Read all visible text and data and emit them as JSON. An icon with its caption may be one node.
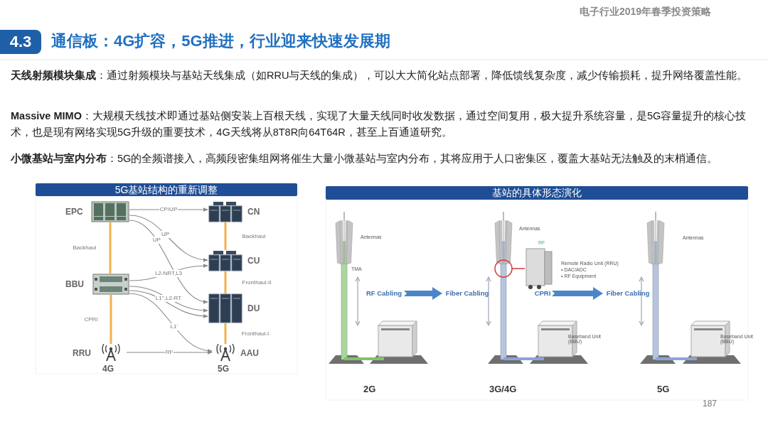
{
  "diagram": {
    "title": "通信板：4G扩容，5G推进，行业迎来快速发展期",
    "nodes": [
      {
        "text": [
          "EPC"
        ]
      },
      {
        "text": [
          "BBU"
        ]
      },
      {
        "text": [
          "RRU"
        ]
      },
      {
        "text": [
          "CN"
        ]
      },
      {
        "text": [
          "CU"
        ]
      },
      {
        "text": [
          "DU"
        ]
      },
      {
        "text": [
          "AAU"
        ]
      },
      {
        "text": [
          "RF Cabling"
        ]
      },
      {
        "text": [
          "Fiber Cabling"
        ]
      },
      {
        "text": [
          "CPRI"
        ]
      },
      {
        "text": [
          "Fiber Cabling"
        ]
      }
    ],
    "edges": [
      {
        "from": 0,
        "to": 1,
        "arrow": "none",
        "label": "Backhaul",
        "style": "thick",
        "color": "#f2b24c"
      },
      {
        "from": 1,
        "to": 2,
        "arrow": "none",
        "label": "CPRI",
        "style": "thick",
        "color": "#f2b24c"
      },
      {
        "from": 3,
        "to": 4,
        "arrow": "none",
        "label": "Backhaul",
        "style": "thick",
        "color": "#f2b24c"
      },
      {
        "from": 4,
        "to": 5,
        "arrow": "none",
        "label": "Fronthaul-II",
        "style": "thick",
        "color": "#f2b24c"
      },
      {
        "from": 5,
        "to": 6,
        "arrow": "none",
        "label": "Fronthaul-I",
        "style": "thick",
        "color": "#f2b24c"
      },
      {
        "from": 0,
        "to": 3,
        "arrow": "to",
        "label": "CP/UP"
      },
      {
        "from": 0,
        "to": 4,
        "arrow": "to",
        "label": "UP"
      },
      {
        "from": 0,
        "to": 5,
        "arrow": "to",
        "label": "UP"
      },
      {
        "from": 1,
        "to": 4,
        "arrow": "to",
        "label": "L2-NRT,L3"
      },
      {
        "from": 1,
        "to": 5,
        "arrow": "to",
        "label": "L1'',L2-RT"
      },
      {
        "from": 1,
        "to": 5,
        "arrow": "to"
      },
      {
        "from": 1,
        "to": 6,
        "arrow": "to",
        "label": "L1'"
      },
      {
        "from": 2,
        "to": 6,
        "arrow": "to",
        "label": "RF"
      },
      {
        "from": 7,
        "to": 8,
        "arrow": "to",
        "style": "thick",
        "color": "#4a86c8"
      },
      {
        "from": 9,
        "to": 10,
        "arrow": "to",
        "style": "thick",
        "color": "#4a86c8"
      }
    ],
    "labels": [
      "电子行业2019年春季投资策略",
      "4.3",
      "**天线射频模块集成**：通过射频模块与基站天线集成（如RRU与天线的集成），可以大大简化站点部署，降低馈线复杂度，减少传输损耗，提升网络覆盖性能。",
      "**Massive MIMO**：大规模天线技术即通过基站侧安装上百根天线，实现了大量天线同时收发数据，通过空间复用，极大提升系统容量，是5G容量提升的核心技术，也是现有网络实现5G升级的重要技术，4G天线将从8T8R向64T64R，甚至上百通道研究。",
      "**小微基站与室内分布**：5G的全频谱接入，高频段密集组网将催生大量小微基站与室内分布，其将应用于人口密集区，覆盖大基站无法触及的末梢通信。",
      "5G基站结构的重新调整",
      "4G",
      "5G",
      "基站的具体形态演化",
      "Antennas",
      "TMA",
      "Antennas",
      "RF",
      "Remote Radio Unit (RRU)",
      "• DAC/ADC",
      "• RF Equipment",
      "Baseband Unit (BBU)",
      "Antennas",
      "Baseband Unit (BBU)",
      "2G",
      "3G/4G",
      "5G",
      "187"
    ]
  }
}
